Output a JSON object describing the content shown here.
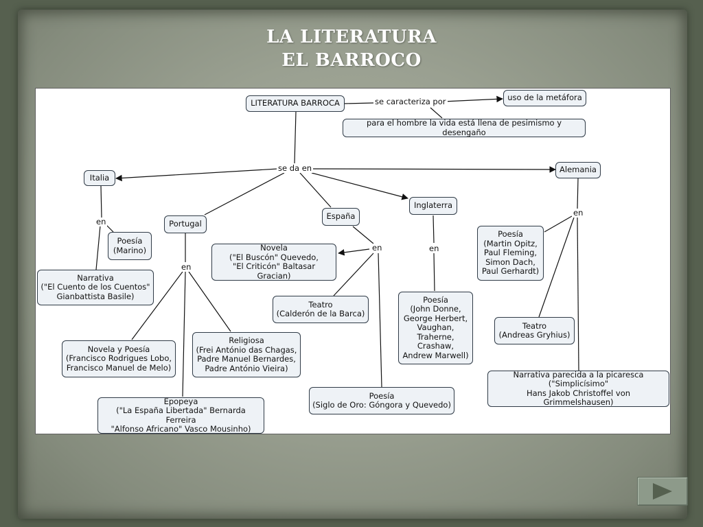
{
  "slide": {
    "title_line1": "LA LITERATURA",
    "title_line2": "EL BARROCO"
  },
  "concept_map": {
    "nodes": {
      "literatura": "LITERATURA BARROCA",
      "metafora": "uso de la metáfora",
      "pesimismo": "para el hombre la vida está llena de pesimismo y desengaño",
      "italia": "Italia",
      "alemania": "Alemania",
      "portugal": "Portugal",
      "espana": "España",
      "inglaterra": "Inglaterra",
      "poesia_marino": "Poesía\n(Marino)",
      "narrativa_basile": "Narrativa\n(\"El Cuento de los Cuentos\"\nGianbattista Basile)",
      "novela_quevedo": "Novela\n(\"El Buscón\" Quevedo,\n\"El Criticón\" Baltasar Gracian)",
      "teatro_calderon": "Teatro\n(Calderón de la Barca)",
      "poesia_donne": "Poesía\n(John Donne,\nGeorge Herbert,\nVaughan,\nTraherne,\nCrashaw,\nAndrew Marwell)",
      "poesia_opitz": "Poesía\n(Martin Opitz,\nPaul Fleming,\nSimon Dach,\nPaul Gerhardt)",
      "teatro_gryhius": "Teatro\n(Andreas Gryhius)",
      "novela_lobo": "Novela y Poesía\n(Francisco Rodrigues Lobo,\nFrancisco Manuel de Melo)",
      "religiosa": "Religiosa\n(Frei António das Chagas,\nPadre Manuel Bernardes,\nPadre António Vieira)",
      "epopeya": "Epopeya\n(\"La España Libertada\" Bernarda Ferreira\n\"Alfonso Africano\" Vasco Mousinho)",
      "poesia_gongora": "Poesía\n(Siglo de Oro: Góngora y Quevedo)",
      "narrativa_grimmelshausen": "Narrativa parecida a la picaresca\n(\"Simplicísimo\"\nHans Jakob Christoffel von Grimmelshausen)"
    },
    "links": {
      "caracteriza": "se caracteriza por",
      "se_da_en": "se da en",
      "en_italia": "en",
      "en_portugal": "en",
      "en_espana": "en",
      "en_inglaterra": "en",
      "en_alemania": "en"
    }
  },
  "nav": {
    "next_icon": "play-triangle",
    "button_color": "#8d9a8a"
  }
}
